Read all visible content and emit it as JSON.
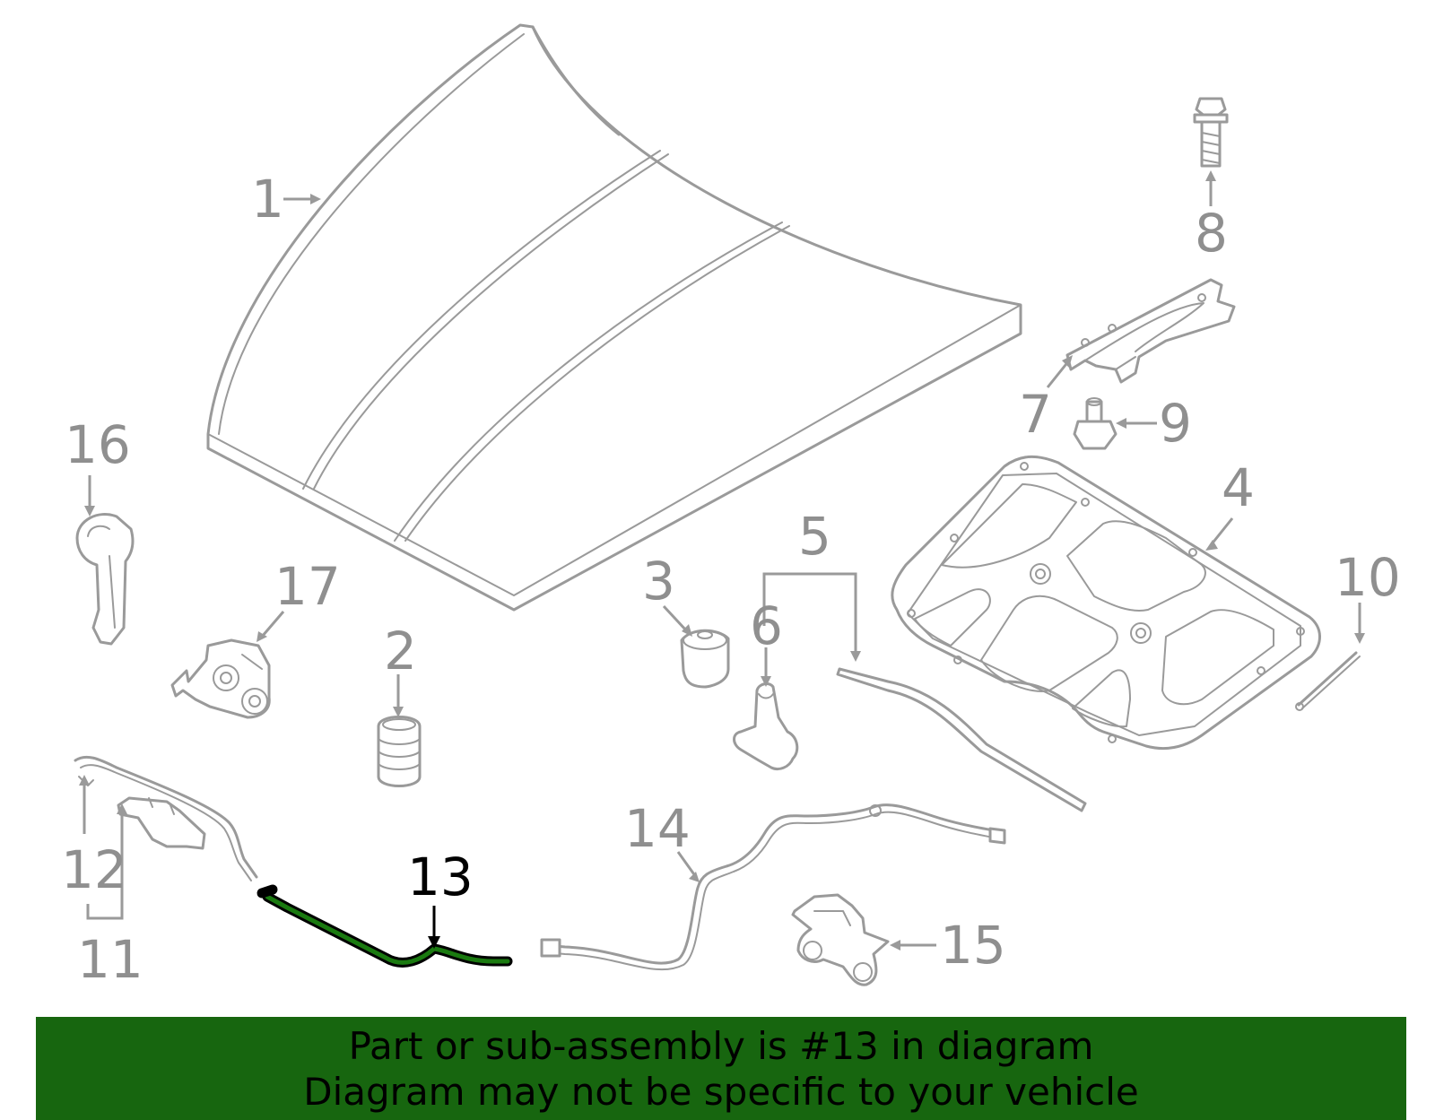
{
  "diagram": {
    "callouts": {
      "c1": "1",
      "c2": "2",
      "c3": "3",
      "c4": "4",
      "c5": "5",
      "c6": "6",
      "c7": "7",
      "c8": "8",
      "c9": "9",
      "c10": "10",
      "c11": "11",
      "c12": "12",
      "c13": "13",
      "c14": "14",
      "c15": "15",
      "c16": "16",
      "c17": "17"
    },
    "highlighted_part": "13"
  },
  "banner": {
    "line1": "Part or sub-assembly is #13 in diagram",
    "line2": "Diagram may not be specific to your vehicle"
  },
  "colors": {
    "line_art": "#9a9a9a",
    "highlight": "#000000",
    "banner_bg": "#17660f",
    "banner_text": "#000000"
  }
}
